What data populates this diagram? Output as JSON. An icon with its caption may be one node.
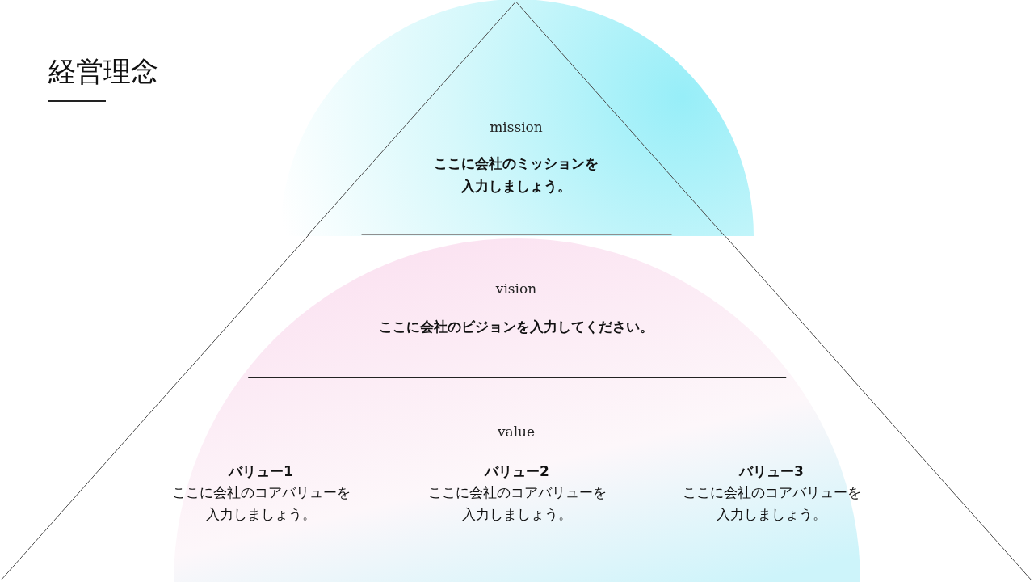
{
  "diagram": {
    "title": "経営理念",
    "nodes": [
      {
        "text": [
          "mission",
          "ここに会社のミッションを入力しましょう。"
        ]
      },
      {
        "text": [
          "vision",
          "ここに会社のビジョンを入力してください。"
        ]
      },
      {
        "text": [
          "value",
          "バリュー1",
          "ここに会社のコアバリューを入力しましょう。",
          "バリュー2",
          "ここに会社のコアバリューを入力しましょう。",
          "バリュー3",
          "ここに会社のコアバリューを入力しましょう。"
        ]
      }
    ]
  }
}
